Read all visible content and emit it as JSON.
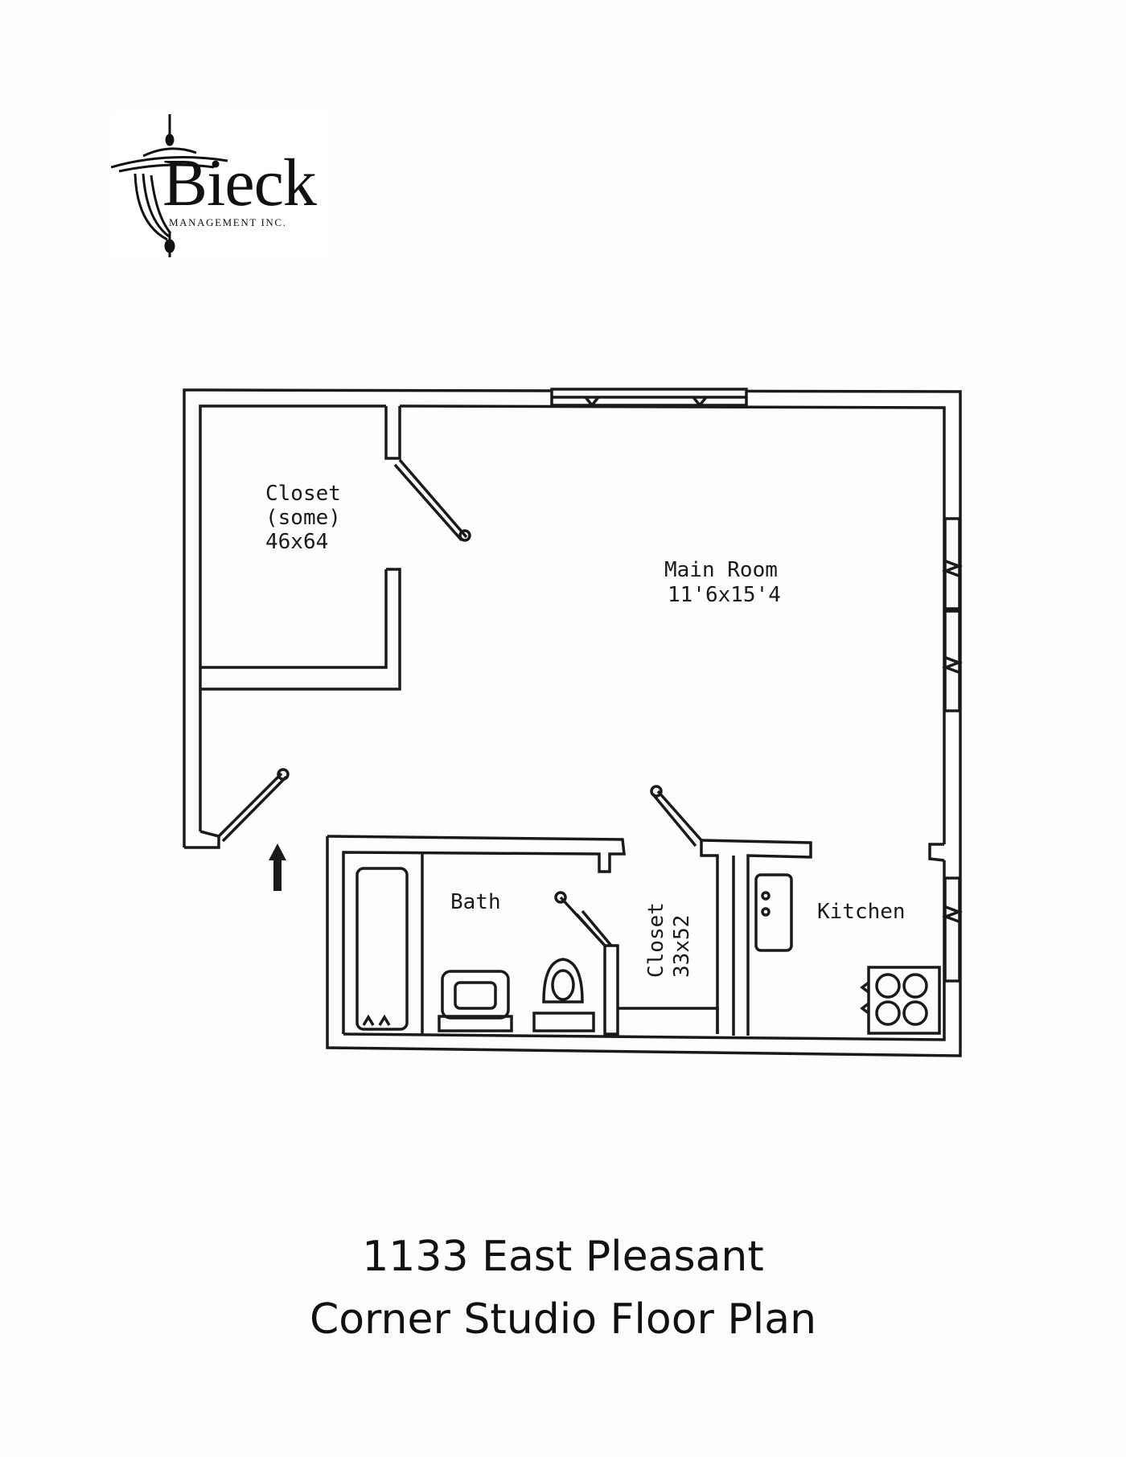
{
  "logo": {
    "name": "Bieck",
    "tagline": "MANAGEMENT INC."
  },
  "rooms": {
    "closet_large": {
      "name": "Closet",
      "note": "(some)",
      "size": "46x64"
    },
    "main_room": {
      "name": "Main Room",
      "size": "11'6x15'4"
    },
    "bath": {
      "name": "Bath"
    },
    "closet_small": {
      "name": "Closet",
      "size": "33x52"
    },
    "kitchen": {
      "name": "Kitchen"
    }
  },
  "caption": {
    "line1": "1133 East Pleasant",
    "line2": "Corner Studio Floor Plan"
  },
  "colors": {
    "line": "#1a1a1a",
    "background": "#fdfdfd"
  }
}
